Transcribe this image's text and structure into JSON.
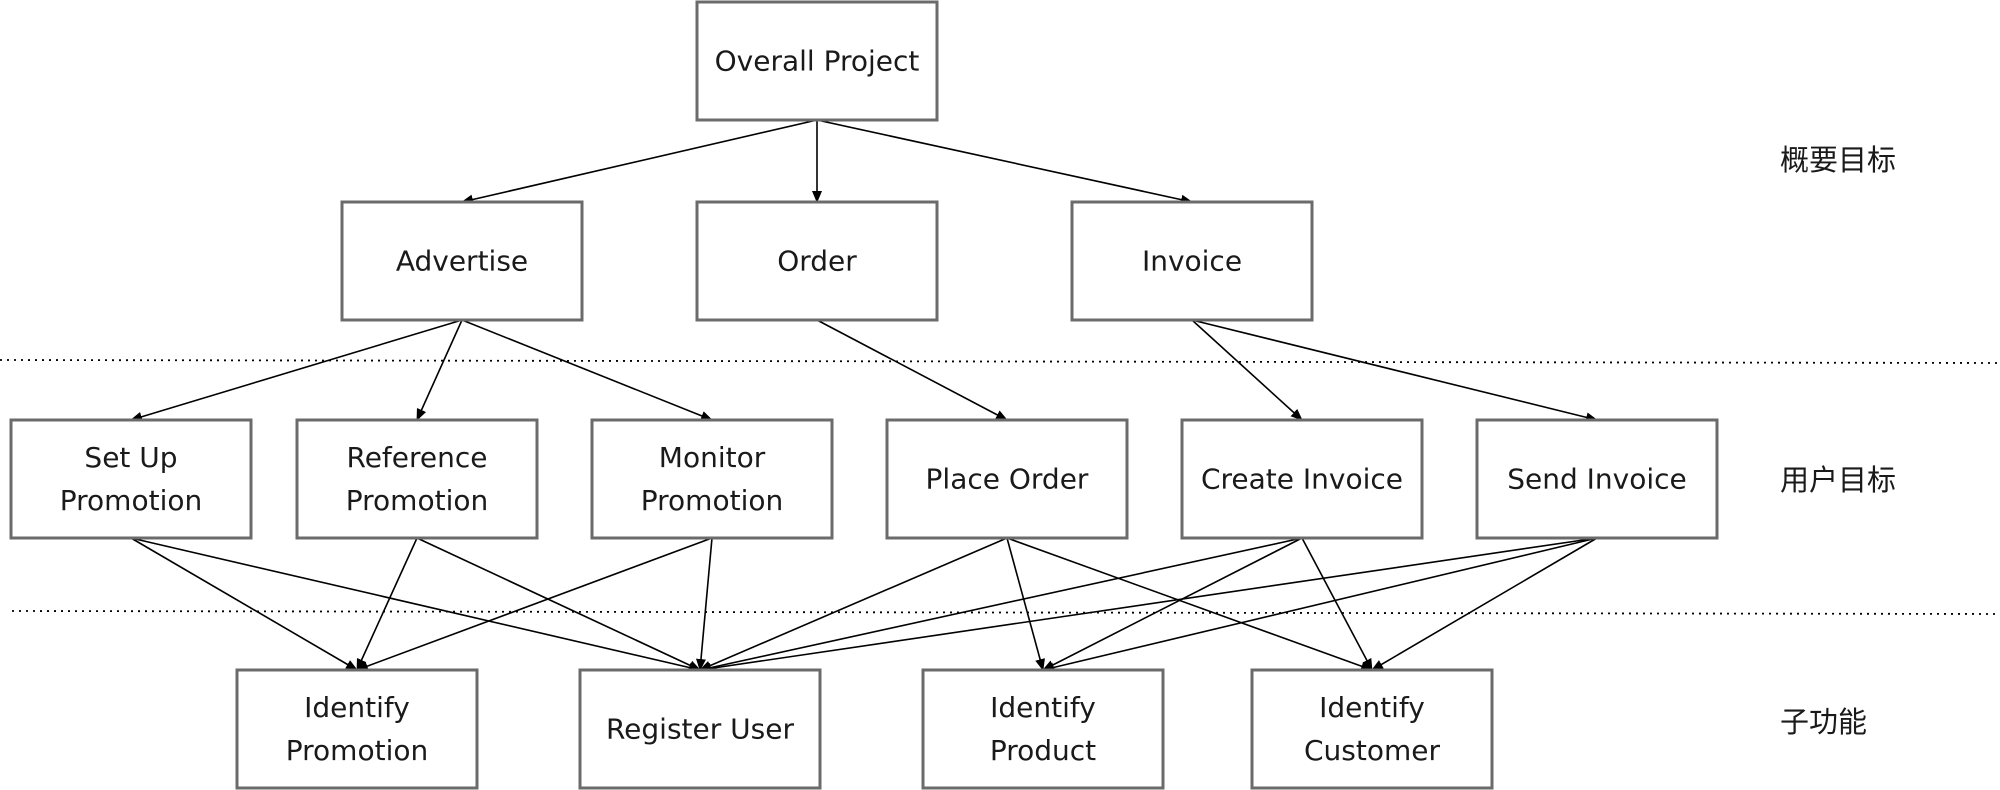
{
  "levels": [
    {
      "id": "summary",
      "label": "概要目标"
    },
    {
      "id": "user",
      "label": "用户目标"
    },
    {
      "id": "sub",
      "label": "子功能"
    }
  ],
  "nodes": [
    {
      "id": "overall",
      "lines": [
        "Overall Project"
      ]
    },
    {
      "id": "advertise",
      "lines": [
        "Advertise"
      ]
    },
    {
      "id": "order",
      "lines": [
        "Order"
      ]
    },
    {
      "id": "invoice",
      "lines": [
        "Invoice"
      ]
    },
    {
      "id": "setup",
      "lines": [
        "Set Up",
        "Promotion"
      ]
    },
    {
      "id": "reference",
      "lines": [
        "Reference",
        "Promotion"
      ]
    },
    {
      "id": "monitor",
      "lines": [
        "Monitor",
        "Promotion"
      ]
    },
    {
      "id": "place",
      "lines": [
        "Place Order"
      ]
    },
    {
      "id": "create",
      "lines": [
        "Create Invoice"
      ]
    },
    {
      "id": "send",
      "lines": [
        "Send Invoice"
      ]
    },
    {
      "id": "idpromo",
      "lines": [
        "Identify",
        "Promotion"
      ]
    },
    {
      "id": "register",
      "lines": [
        "Register User"
      ]
    },
    {
      "id": "idproduct",
      "lines": [
        "Identify",
        "Product"
      ]
    },
    {
      "id": "idcustomer",
      "lines": [
        "Identify",
        "Customer"
      ]
    }
  ],
  "edges": [
    {
      "from": "overall",
      "to": "advertise"
    },
    {
      "from": "overall",
      "to": "order"
    },
    {
      "from": "overall",
      "to": "invoice"
    },
    {
      "from": "advertise",
      "to": "setup"
    },
    {
      "from": "advertise",
      "to": "reference"
    },
    {
      "from": "advertise",
      "to": "monitor"
    },
    {
      "from": "order",
      "to": "place"
    },
    {
      "from": "invoice",
      "to": "create"
    },
    {
      "from": "invoice",
      "to": "send"
    },
    {
      "from": "setup",
      "to": "idpromo"
    },
    {
      "from": "setup",
      "to": "register"
    },
    {
      "from": "reference",
      "to": "idpromo"
    },
    {
      "from": "reference",
      "to": "register"
    },
    {
      "from": "monitor",
      "to": "idpromo"
    },
    {
      "from": "monitor",
      "to": "register"
    },
    {
      "from": "place",
      "to": "register"
    },
    {
      "from": "place",
      "to": "idproduct"
    },
    {
      "from": "place",
      "to": "idcustomer"
    },
    {
      "from": "create",
      "to": "register"
    },
    {
      "from": "create",
      "to": "idproduct"
    },
    {
      "from": "create",
      "to": "idcustomer"
    },
    {
      "from": "send",
      "to": "register"
    },
    {
      "from": "send",
      "to": "idproduct"
    },
    {
      "from": "send",
      "to": "idcustomer"
    }
  ]
}
